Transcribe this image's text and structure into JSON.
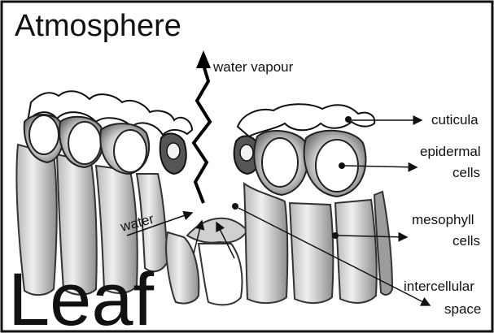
{
  "diagram": {
    "region_top_label": "Atmosphere",
    "region_bottom_label": "Leaf",
    "labels": {
      "water_vapour": "water vapour",
      "water": "water",
      "cuticula": "cuticula",
      "epidermal_line1": "epidermal",
      "epidermal_line2": "cells",
      "mesophyll_line1": "mesophyll",
      "mesophyll_line2": "cells",
      "intercellular_line1": "intercellular",
      "intercellular_line2": "space"
    },
    "colors": {
      "ink": "#111111",
      "cell_shade": "#9a9a9a",
      "cell_dark": "#555555",
      "cell_light": "#ececec",
      "background": "#ffffff"
    }
  }
}
